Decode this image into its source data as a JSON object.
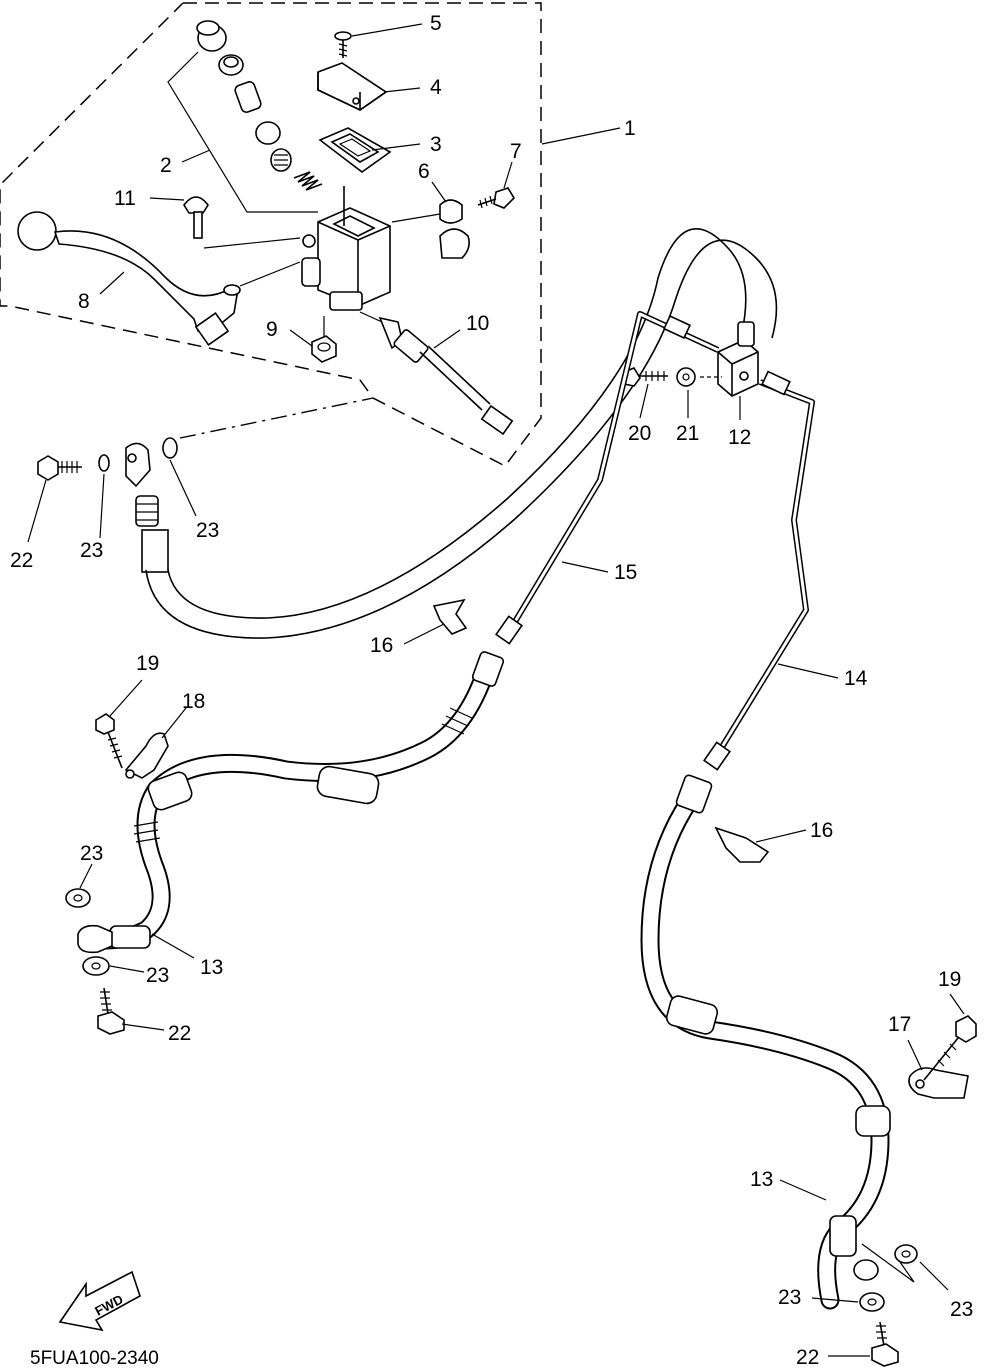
{
  "diagram": {
    "code": "5FUA100-2340",
    "fwd_label": "FWD",
    "callouts": {
      "c1": "1",
      "c2": "2",
      "c3": "3",
      "c4": "4",
      "c5": "5",
      "c6": "6",
      "c7": "7",
      "c8": "8",
      "c9": "9",
      "c10": "10",
      "c11": "11",
      "c12": "12",
      "c13a": "13",
      "c13b": "13",
      "c14": "14",
      "c15": "15",
      "c16a": "16",
      "c16b": "16",
      "c17": "17",
      "c18": "18",
      "c19a": "19",
      "c19b": "19",
      "c20": "20",
      "c21": "21",
      "c22a": "22",
      "c22b": "22",
      "c22c": "22",
      "c23a": "23",
      "c23b": "23",
      "c23c": "23",
      "c23d": "23",
      "c23e": "23",
      "c23f": "23"
    }
  }
}
